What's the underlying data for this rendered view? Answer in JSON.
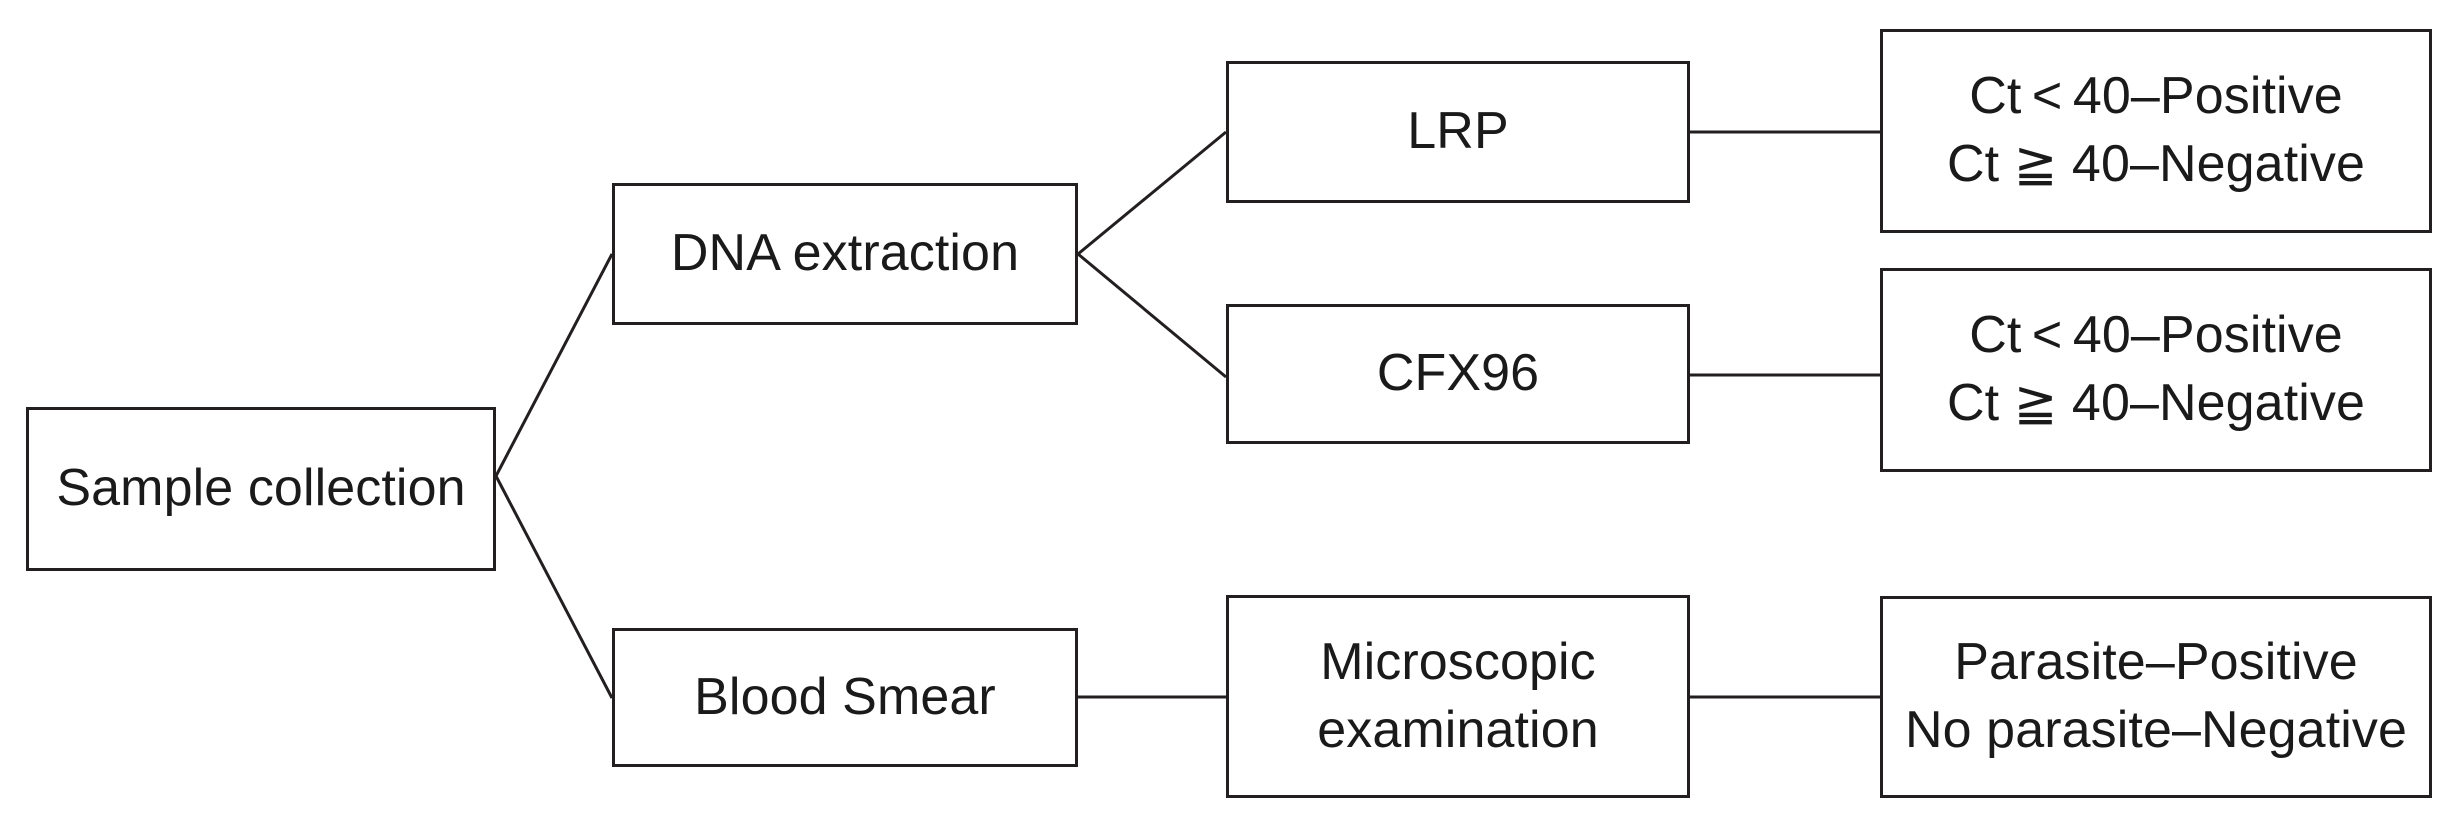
{
  "diagram": {
    "title": "Diagnostic workflow flowchart",
    "background_color": "#ffffff",
    "stroke_color": "#231f20",
    "text_color": "#1a1a1a"
  },
  "nodes": {
    "sample": {
      "label": "Sample collection"
    },
    "dna": {
      "label": "DNA extraction"
    },
    "blood": {
      "label": "Blood Smear"
    },
    "lrp": {
      "label": "LRP"
    },
    "cfx": {
      "label": "CFX96"
    },
    "micro": {
      "line1": "Microscopic",
      "line2": "examination"
    },
    "result_lrp": {
      "line1": "Ct < 40–Positive",
      "line2": "Ct ≧ 40–Negative"
    },
    "result_cfx": {
      "line1": "Ct < 40–Positive",
      "line2": "Ct ≧ 40–Negative"
    },
    "result_micro": {
      "line1": "Parasite–Positive",
      "line2": "No parasite–Negative"
    }
  },
  "edges": [
    {
      "name": "sample-to-dna",
      "type": "diagonal"
    },
    {
      "name": "sample-to-blood",
      "type": "diagonal"
    },
    {
      "name": "dna-to-lrp",
      "type": "diagonal"
    },
    {
      "name": "dna-to-cfx",
      "type": "diagonal"
    },
    {
      "name": "lrp-to-result",
      "type": "horizontal"
    },
    {
      "name": "cfx-to-result",
      "type": "horizontal"
    },
    {
      "name": "blood-to-micro",
      "type": "horizontal"
    },
    {
      "name": "micro-to-result",
      "type": "horizontal"
    }
  ]
}
